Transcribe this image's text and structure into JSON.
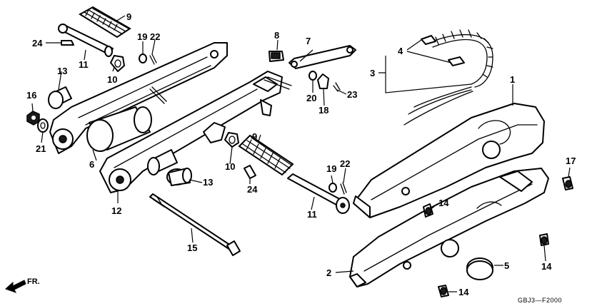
{
  "callouts": {
    "c1": "1",
    "c2": "2",
    "c3": "3",
    "c4": "4",
    "c5": "5",
    "c6": "6",
    "c7": "7",
    "c8": "8",
    "c9a": "9",
    "c9b": "9",
    "c10a": "10",
    "c10b": "10",
    "c11a": "11",
    "c11b": "11",
    "c12": "12",
    "c13a": "13",
    "c13b": "13",
    "c14a": "14",
    "c14b": "14",
    "c14c": "14",
    "c15": "15",
    "c16": "16",
    "c17": "17",
    "c18": "18",
    "c19a": "19",
    "c19b": "19",
    "c20": "20",
    "c21": "21",
    "c22a": "22",
    "c22b": "22",
    "c23": "23",
    "c24a": "24",
    "c24b": "24"
  },
  "direction_label": "FR.",
  "diagram_code": "GBJ3—F2000"
}
